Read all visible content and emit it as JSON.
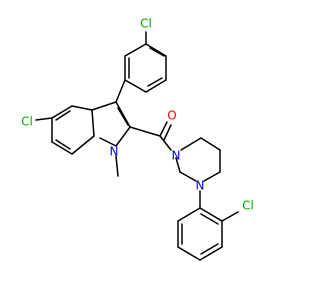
{
  "molecule": {
    "atoms": {
      "cl_top": "Cl",
      "cl_left": "Cl",
      "o": "O",
      "n_indole": "N",
      "n_pip_top": "N",
      "n_pip_bottom": "N",
      "cl_bottom": "Cl"
    },
    "colors": {
      "bond": "#000000",
      "chlorine": "#00aa00",
      "oxygen": "#ff0000",
      "nitrogen": "#0000ff"
    }
  }
}
